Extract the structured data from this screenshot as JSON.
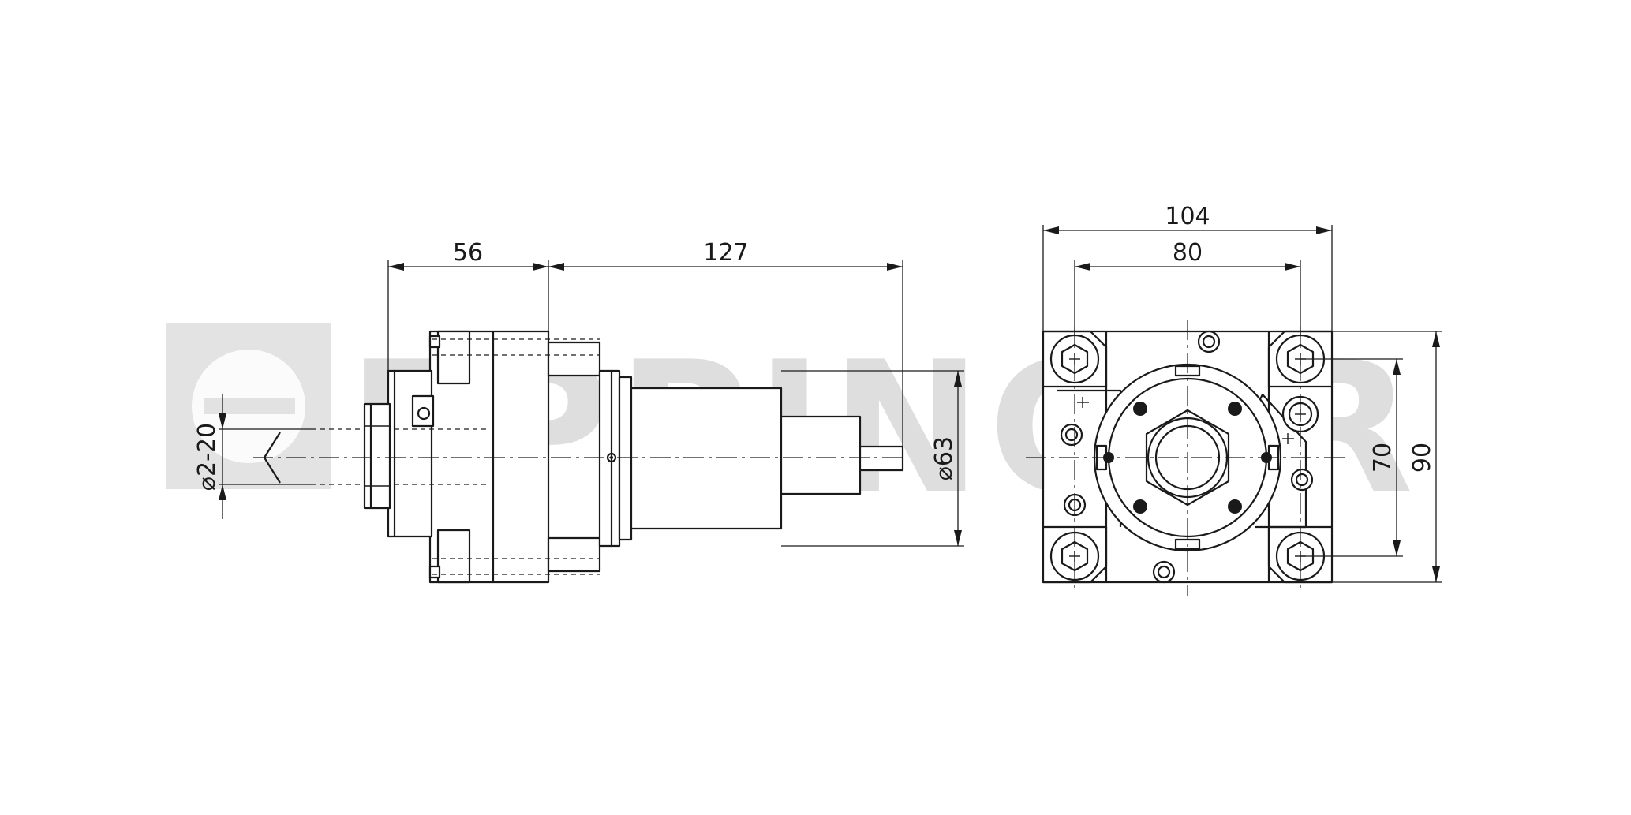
{
  "watermark": {
    "text": "EPPINGER"
  },
  "side_view": {
    "dim_length_front": "56",
    "dim_length_rear": "127",
    "dim_collet_range": "⌀2-20",
    "dim_body_diameter": "⌀63"
  },
  "front_view": {
    "dim_overall_width": "104",
    "dim_hole_spacing_horizontal": "80",
    "dim_hole_spacing_vertical": "70",
    "dim_overall_height": "90"
  }
}
